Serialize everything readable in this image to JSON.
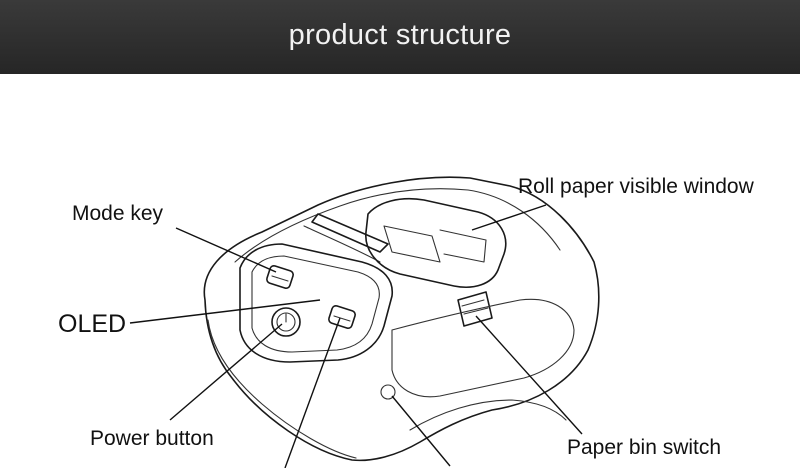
{
  "banner": {
    "title": "product structure"
  },
  "labels": {
    "mode_key": "Mode key",
    "roll_window": "Roll paper visible window",
    "oled": "OLED",
    "power_button": "Power button",
    "paper_bin_switch": "Paper bin switch"
  },
  "colors": {
    "banner_bg": "#2e2e2e",
    "banner_text": "#f2f2f2",
    "line": "#1a1a1a"
  }
}
